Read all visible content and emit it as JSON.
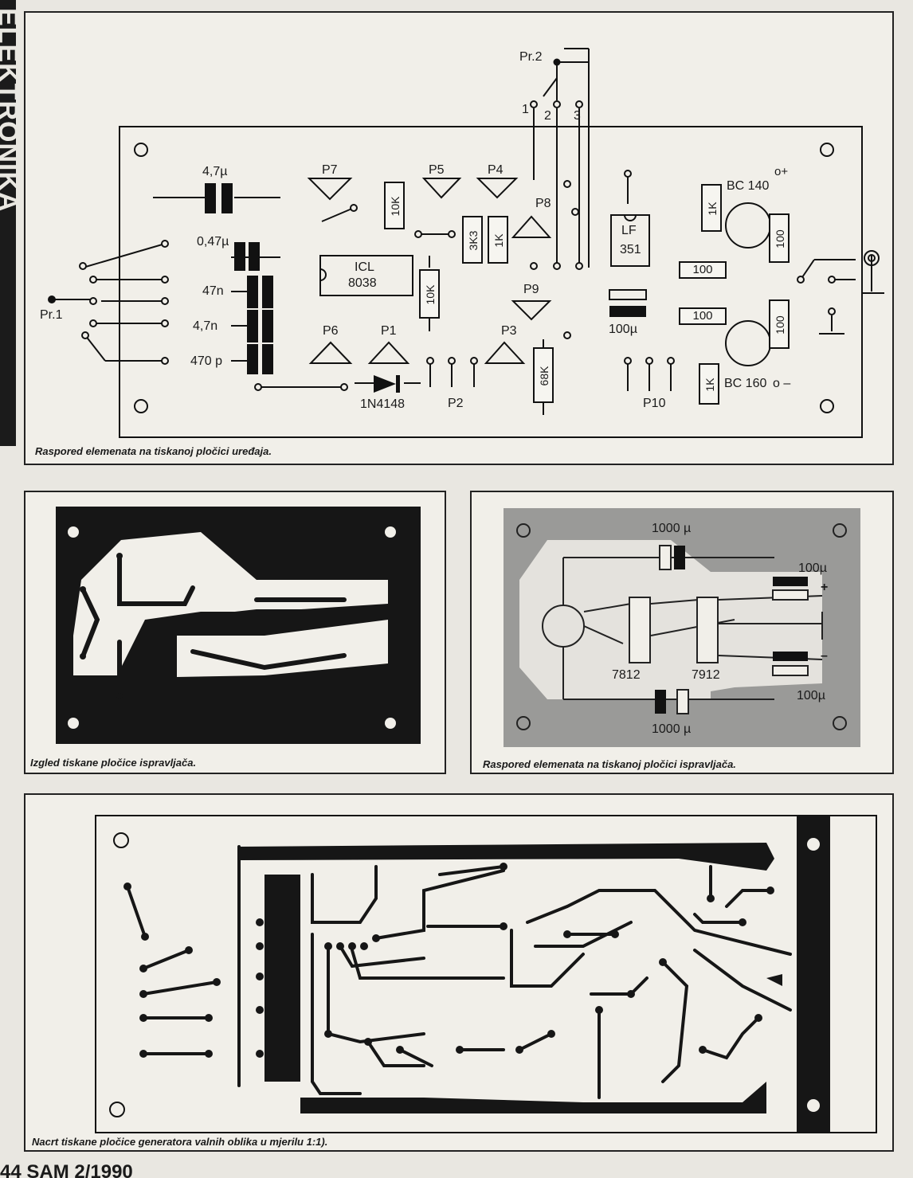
{
  "sidebar": {
    "label": "ELEKTRONIKA"
  },
  "figure1": {
    "caption": "Raspored elemenata na tiskanoj pločici uređaja.",
    "switch_pr2": "Pr.2",
    "pr2_positions": [
      "1",
      "2",
      "3"
    ],
    "switch_pr1": "Pr.1",
    "presets": [
      "P7",
      "P5",
      "P4",
      "P8",
      "P9",
      "P6",
      "P1",
      "P3",
      "P2",
      "P10"
    ],
    "capacitors": [
      "4,7µ",
      "0,47µ",
      "47n",
      "4,7n",
      "470 p",
      "100µ"
    ],
    "ic1": {
      "line1": "ICL",
      "line2": "8038"
    },
    "ic2": {
      "line1": "LF",
      "line2": "351"
    },
    "resistors": [
      "10K",
      "3K3",
      "1K",
      "10K",
      "68K",
      "1K",
      "100",
      "100",
      "100",
      "100",
      "1K"
    ],
    "diode": "1N4148",
    "transistors": [
      "BC 140",
      "BC 160"
    ],
    "supply": {
      "plus": "o+",
      "minus": "o –"
    }
  },
  "figure2": {
    "caption": "Izgled tiskane pločice ispravljača."
  },
  "figure3": {
    "caption": "Raspored elemenata na tiskanoj pločici ispravljača.",
    "capacitors": [
      "1000 µ",
      "100µ",
      "100µ",
      "1000 µ"
    ],
    "regulators": [
      "7812",
      "7912"
    ],
    "outputs": [
      "+",
      "–"
    ]
  },
  "figure4": {
    "caption": "Nacrt tiskane pločice generatora valnih oblika u mjerilu 1:1)."
  },
  "footer": {
    "page": "44 SAM 2/1990"
  },
  "colors": {
    "ink": "#111111",
    "paper": "#f1efe9",
    "board_gray": "#9a9a98"
  }
}
